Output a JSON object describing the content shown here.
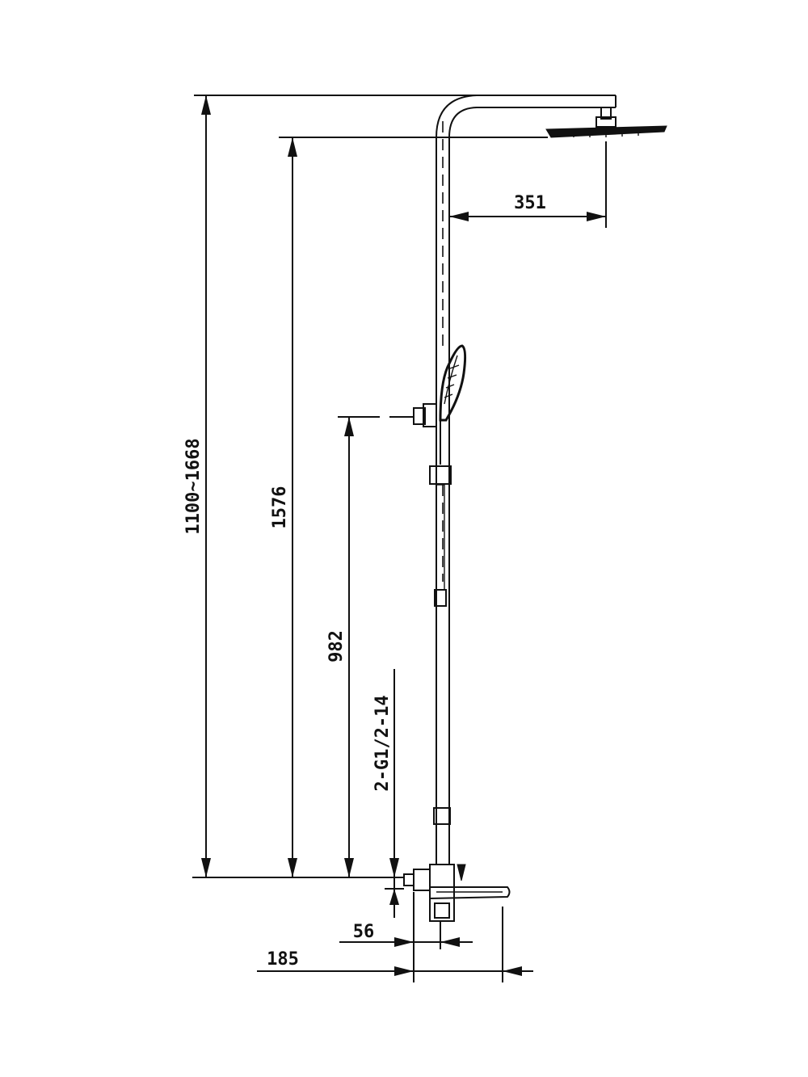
{
  "dimensions": {
    "overall_height": "1100~1668",
    "head_height": "1576",
    "outlet_height": "982",
    "thread": "2-G1/2-14",
    "arm_reach": "351",
    "inlet_offset": "56",
    "spout_reach": "185"
  },
  "colors": {
    "ink": "#111111",
    "paper": "#ffffff"
  }
}
